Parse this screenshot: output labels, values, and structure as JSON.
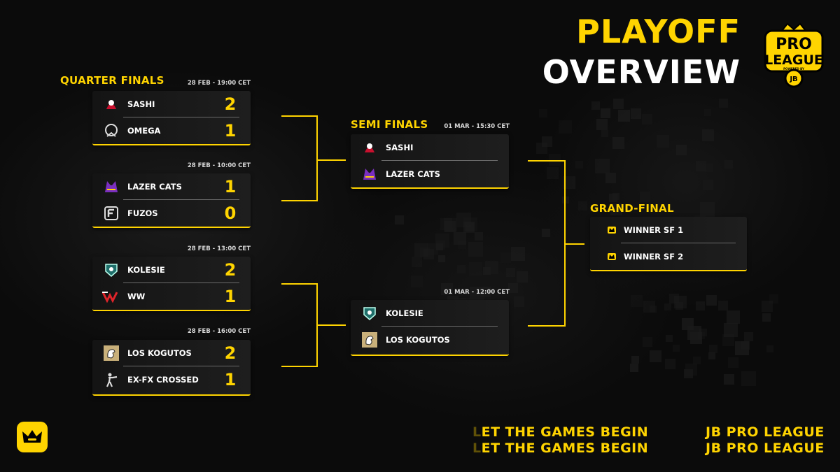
{
  "header": {
    "title_line1": "PLAYOFF",
    "title_line2": "OVERVIEW",
    "brand_logo": {
      "top_word": "PRO",
      "bottom_word": "LEAGUE",
      "powered_by": "POWERED BY",
      "badge": "JB",
      "icon": "crown-icon"
    }
  },
  "colors": {
    "accent": "#ffd400",
    "background": "#0b0b0b",
    "card": "#1a1a1a",
    "text": "#ffffff"
  },
  "quarter_finals": {
    "label": "QUARTER FINALS",
    "matches": [
      {
        "time": "28 FEB - 19:00 CET",
        "team1": {
          "name": "SASHI",
          "score": "2",
          "logo": "sashi-logo"
        },
        "team2": {
          "name": "OMEGA",
          "score": "1",
          "logo": "omega-logo"
        }
      },
      {
        "time": "28 FEB - 10:00 CET",
        "team1": {
          "name": "LAZER CATS",
          "score": "1",
          "logo": "lazer-cats-logo"
        },
        "team2": {
          "name": "FUZOS",
          "score": "0",
          "logo": "fuzos-logo"
        }
      },
      {
        "time": "28 FEB - 13:00 CET",
        "team1": {
          "name": "KOLESIE",
          "score": "2",
          "logo": "kolesie-logo"
        },
        "team2": {
          "name": "WW",
          "score": "1",
          "logo": "ww-logo"
        }
      },
      {
        "time": "28 FEB - 16:00 CET",
        "team1": {
          "name": "LOS KOGUTOS",
          "score": "2",
          "logo": "los-kogutos-logo"
        },
        "team2": {
          "name": "EX-FX CROSSED",
          "score": "1",
          "logo": "ex-fx-crossed-logo"
        }
      }
    ]
  },
  "semi_finals": {
    "label": "SEMI FINALS",
    "matches": [
      {
        "time": "01 MAR - 15:30 CET",
        "team1": {
          "name": "SASHI",
          "logo": "sashi-logo"
        },
        "team2": {
          "name": "LAZER CATS",
          "logo": "lazer-cats-logo"
        }
      },
      {
        "time": "01 MAR - 12:00 CET",
        "team1": {
          "name": "KOLESIE",
          "logo": "kolesie-logo"
        },
        "team2": {
          "name": "LOS KOGUTOS",
          "logo": "los-kogutos-logo"
        }
      }
    ]
  },
  "grand_final": {
    "label": "GRAND-FINAL",
    "team1": {
      "name": "WINNER SF 1",
      "logo": "crown-icon"
    },
    "team2": {
      "name": "WINNER SF 2",
      "logo": "crown-icon"
    }
  },
  "footer": {
    "slogan_first_letter": "L",
    "slogan_rest": "ET THE GAMES BEGIN",
    "slogan_line2_first_letter": "L",
    "slogan_line2_rest": "ET THE GAMES BEGIN",
    "brand_line1": "JB PRO LEAGUE",
    "brand_line2": "JB PRO LEAGUE",
    "corner_icon": "crown-icon"
  }
}
